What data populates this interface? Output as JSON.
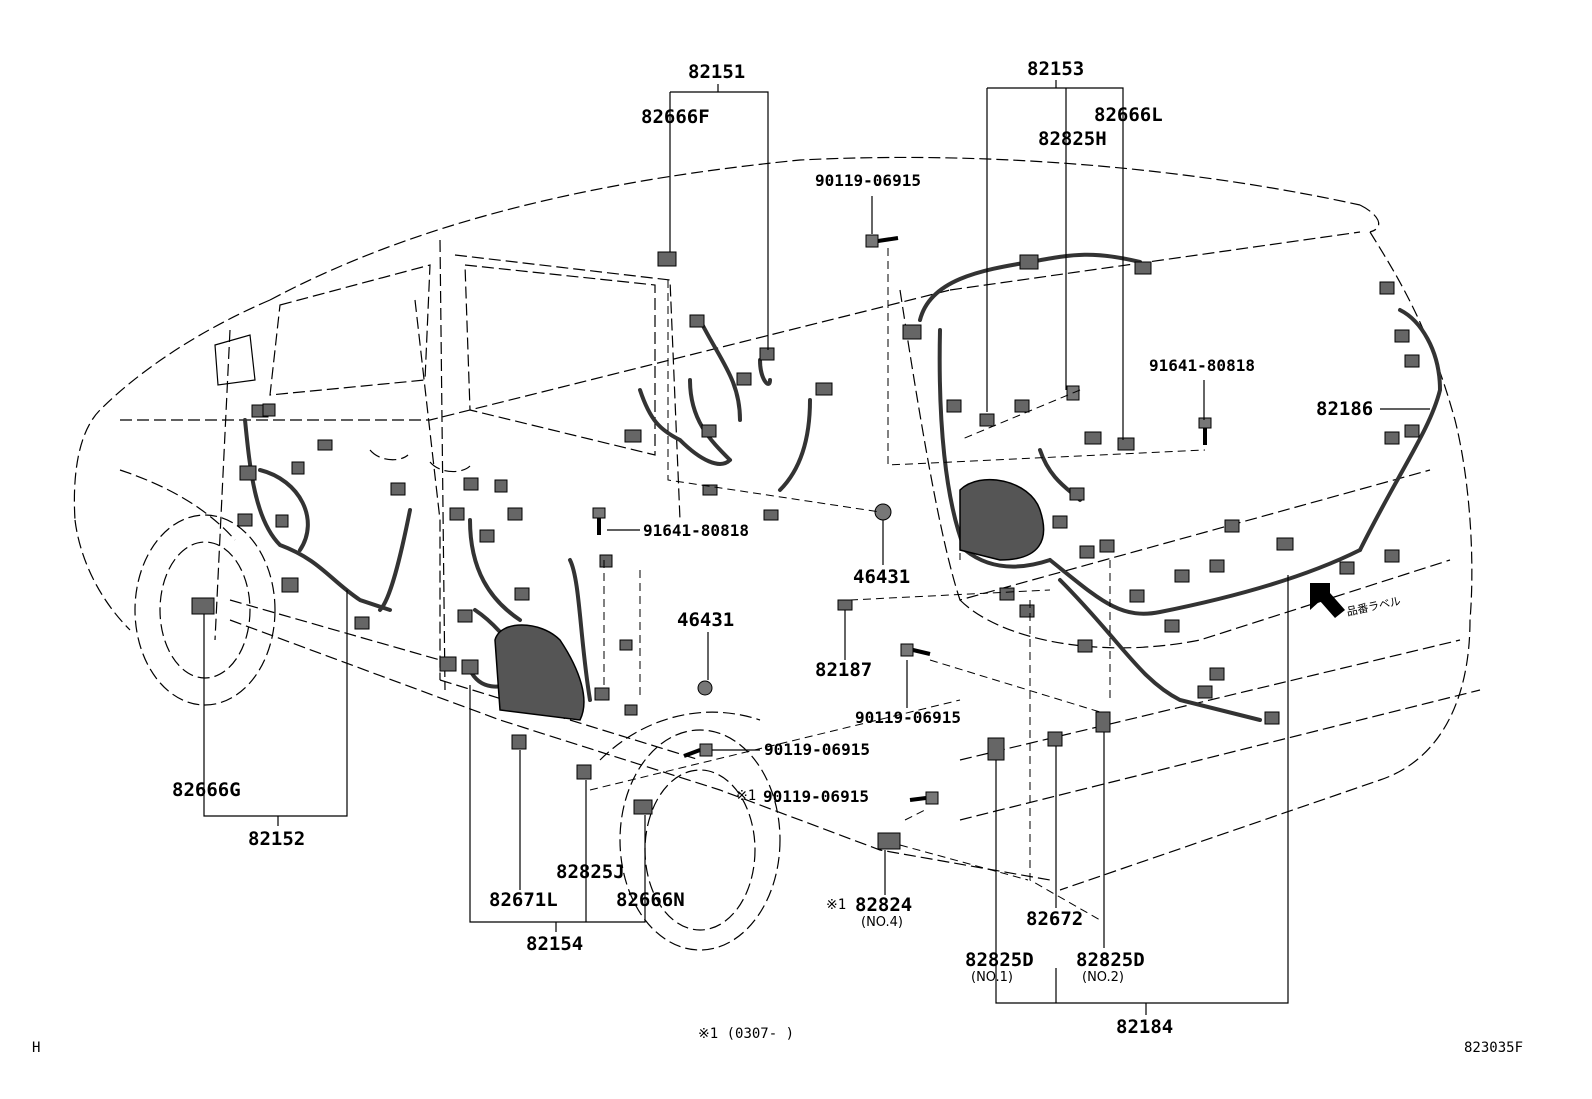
{
  "parts": {
    "p82151": "82151",
    "p82666F": "82666F",
    "p82153": "82153",
    "p82666L": "82666L",
    "p82825H": "82825H",
    "p90119_top": "90119-06915",
    "p91641_right": "91641-80818",
    "p82186": "82186",
    "p91641_mid": "91641-80818",
    "p46431_mid": "46431",
    "p46431_left": "46431",
    "p82187": "82187",
    "p90119_mid": "90119-06915",
    "p90119_lower": "90119-06915",
    "p90119_star": "90119-06915",
    "p82666G": "82666G",
    "p82152": "82152",
    "p82825J": "82825J",
    "p82671L": "82671L",
    "p82666N": "82666N",
    "p82154": "82154",
    "p82824": "82824",
    "p82824_sub": "(NO.4)",
    "p82672": "82672",
    "p82825D1": "82825D",
    "p82825D1_sub": "(NO.1)",
    "p82825D2": "82825D",
    "p82825D2_sub": "(NO.2)",
    "p82184": "82184"
  },
  "marks": {
    "star1": "※1",
    "star2": "※1",
    "label_jp": "品番ラベル"
  },
  "footer": {
    "note": "※1 (0307-     )",
    "left_mark": "H",
    "figure_code": "823035F"
  },
  "colors": {
    "line": "#000000",
    "connector": "#555555",
    "harness": "#333333",
    "background": "#ffffff"
  }
}
